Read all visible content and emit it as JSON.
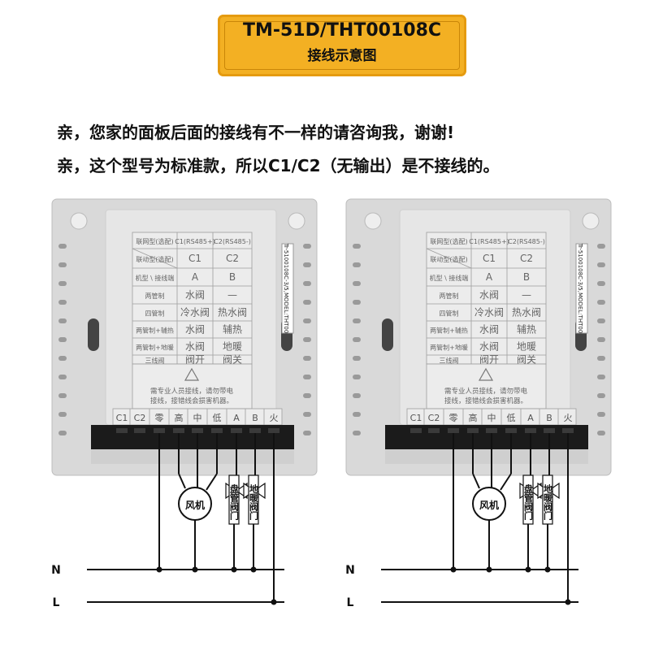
{
  "title": {
    "model": "TM-51D/THT00108C",
    "subtitle": "接线示意图"
  },
  "notes": [
    "亲，您家的面板后面的接线有不一样的请咨询我，谢谢!",
    "亲，这个型号为标准款，所以C1/C2（无输出）是不接线的。"
  ],
  "panel": {
    "table_rows": [
      [
        "联网型(选配)",
        "C1(RS485+)",
        "C2(RS485-)"
      ],
      [
        "联动型(选配)",
        "C1",
        "C2"
      ],
      [
        "机型 \\ 接线端",
        "A",
        "B"
      ],
      [
        "两管制",
        "水阀",
        "—"
      ],
      [
        "四管制",
        "冷水阀",
        "热水阀"
      ],
      [
        "两管制+辅热",
        "水阀",
        "辅热"
      ],
      [
        "两管制+地暖",
        "水阀",
        "地暖"
      ],
      [
        "三线阀",
        "阀开",
        "阀关"
      ]
    ],
    "warning_line1": "需专业人员接线，请勿带电",
    "warning_line2": "接线，接错线会损害机器。",
    "terminals": [
      "C1",
      "C2",
      "零",
      "高",
      "中",
      "低",
      "A",
      "B",
      "火"
    ],
    "side_label": "Tr-5100108C-3/5,MODEL:THT00"
  },
  "wiring": {
    "fan_label": "风机",
    "valve1_label": "盘管阀门",
    "valve2_label": "地暖阀门",
    "neutral": "N",
    "live": "L"
  }
}
